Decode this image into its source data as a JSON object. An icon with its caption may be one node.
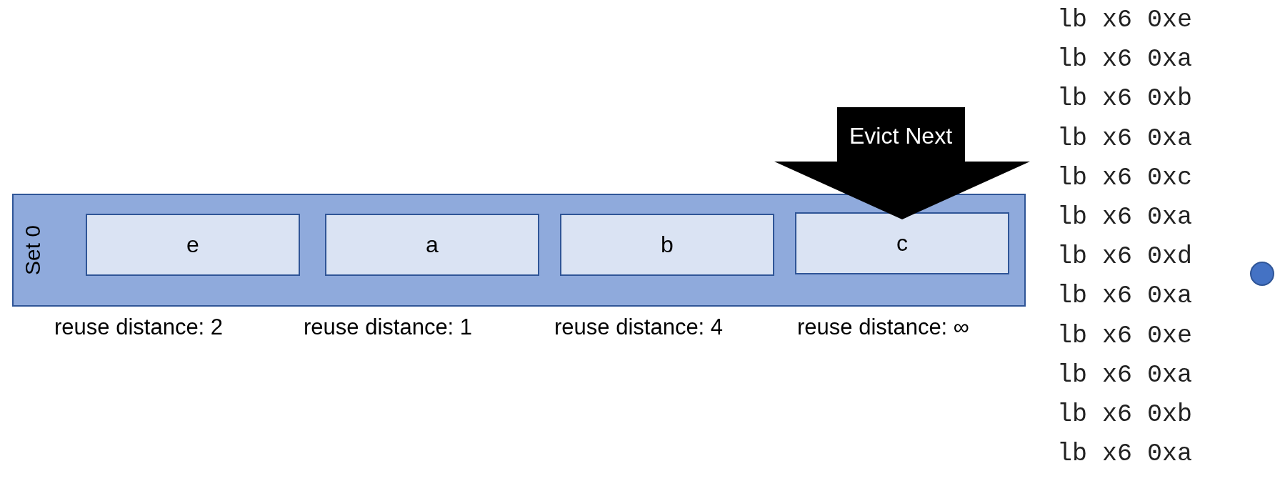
{
  "diagram": {
    "nodes": [
      {
        "text": [
          "Set 0"
        ]
      },
      {
        "text": [
          "e"
        ],
        "in": 0,
        "beside": [
          "reuse distance: 2"
        ]
      },
      {
        "text": [
          "a"
        ],
        "in": 0,
        "beside": [
          "reuse distance: 1"
        ]
      },
      {
        "text": [
          "b"
        ],
        "in": 0,
        "beside": [
          "reuse distance: 4"
        ]
      },
      {
        "text": [
          "c"
        ],
        "in": 0,
        "beside": [
          "reuse distance: ∞"
        ]
      },
      {
        "text": [
          "Evict Next"
        ]
      }
    ],
    "edges": [],
    "labels": [
      "lb x6 0xe",
      "lb x6 0xa",
      "lb x6 0xb",
      "lb x6 0xa",
      "lb x6 0xc",
      "lb x6 0xa",
      "lb x6 0xd",
      "lb x6 0xa",
      "lb x6 0xe",
      "lb x6 0xa",
      "lb x6 0xb",
      "lb x6 0xa"
    ]
  }
}
